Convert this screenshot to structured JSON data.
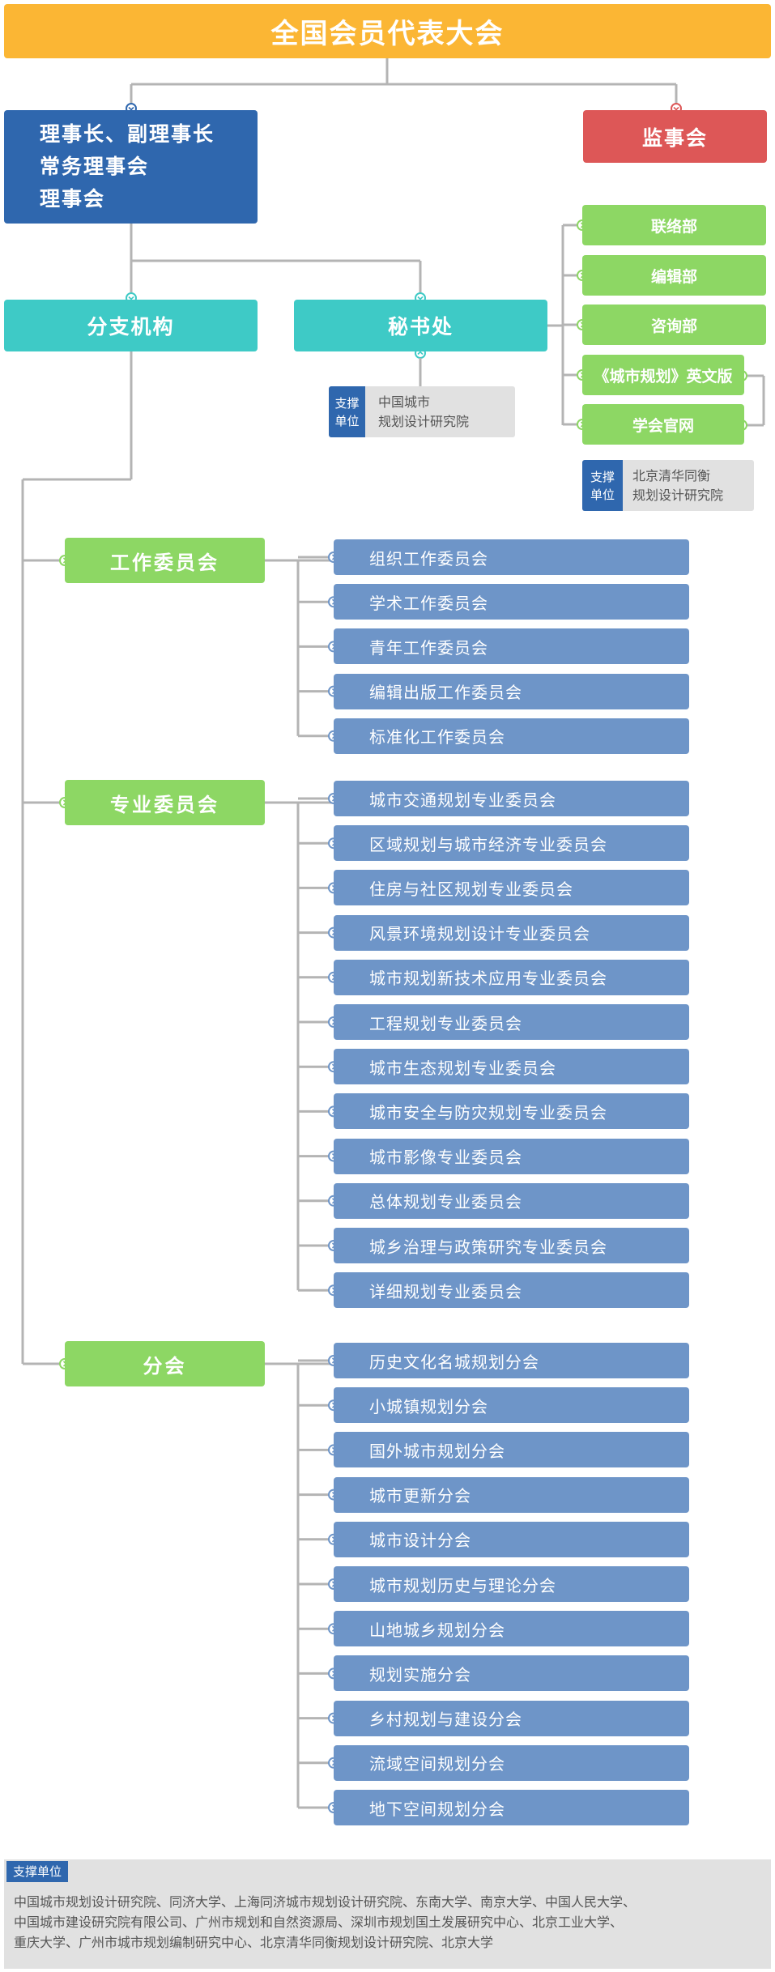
{
  "top": "全国会员代表大会",
  "council": [
    "理事长、副理事长",
    "常务理事会",
    "理事会"
  ],
  "supervisory": "监事会",
  "branch": "分支机构",
  "secretariat": "秘书处",
  "secretariat_support": {
    "tag": [
      "支撑",
      "单位"
    ],
    "text": [
      "中国城市",
      "规划设计研究院"
    ]
  },
  "departments": [
    "联络部",
    "编辑部",
    "咨询部",
    "《城市规划》英文版",
    "学会官网"
  ],
  "dept_support": {
    "tag": [
      "支撑",
      "单位"
    ],
    "text": [
      "北京清华同衡",
      "规划设计研究院"
    ]
  },
  "groups": [
    {
      "name": "工作委员会",
      "items": [
        "组织工作委员会",
        "学术工作委员会",
        "青年工作委员会",
        "编辑出版工作委员会",
        "标准化工作委员会"
      ]
    },
    {
      "name": "专业委员会",
      "items": [
        "城市交通规划专业委员会",
        "区域规划与城市经济专业委员会",
        "住房与社区规划专业委员会",
        "风景环境规划设计专业委员会",
        "城市规划新技术应用专业委员会",
        "工程规划专业委员会",
        "城市生态规划专业委员会",
        "城市安全与防灾规划专业委员会",
        "城市影像专业委员会",
        "总体规划专业委员会",
        "城乡治理与政策研究专业委员会",
        "详细规划专业委员会"
      ]
    },
    {
      "name": "分会",
      "items": [
        "历史文化名城规划分会",
        "小城镇规划分会",
        "国外城市规划分会",
        "城市更新分会",
        "城市设计分会",
        "城市规划历史与理论分会",
        "山地城乡规划分会",
        "规划实施分会",
        "乡村规划与建设分会",
        "流域空间规划分会",
        "地下空间规划分会"
      ]
    }
  ],
  "footer": {
    "tag": "支撑单位",
    "lines": [
      "中国城市规划设计研究院、同济大学、上海同济城市规划设计研究院、东南大学、南京大学、中国人民大学、",
      "中国城市建设研究院有限公司、广州市规划和自然资源局、深圳市规划国土发展研究中心、北京工业大学、",
      "重庆大学、广州市城市规划编制研究中心、北京清华同衡规划设计研究院、北京大学"
    ]
  },
  "colors": {
    "top": "#fbb634",
    "council": "#2f67ae",
    "supervisory": "#dd5757",
    "teal": "#3ecac6",
    "green": "#8dd764",
    "item": "#6e95c8",
    "line": "#b4b4b4"
  }
}
